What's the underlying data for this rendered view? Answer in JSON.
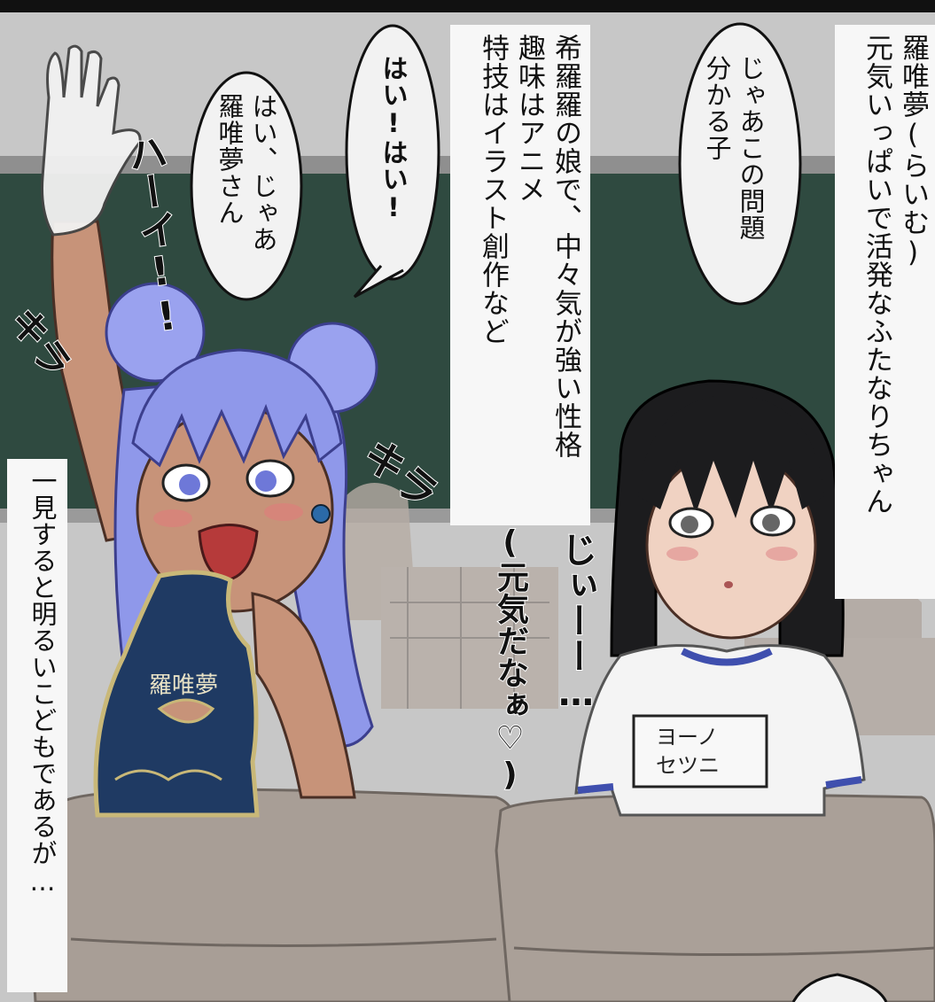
{
  "captions": {
    "raimu_intro_line1": "羅唯夢(らいむ)",
    "raimu_intro_line2": "元気いっぱいで活発なふたなりちゃん",
    "kirara_intro_line1": "希羅羅の娘で、中々気が強い性格",
    "kirara_intro_line2": "趣味はアニメ",
    "kirara_intro_line3": "特技はイラスト創作など",
    "bottom_left_note": "一見すると明るいこどもであるが…"
  },
  "bubbles": {
    "teacher_question_line1": "じゃあこの問題",
    "teacher_question_line2": "分かる子",
    "raimu_answer": "はい!はい!",
    "teacher_call_line1": "はい、じゃあ",
    "teacher_call_line2": "羅唯夢さん"
  },
  "sfx": {
    "haai": "ハーイ!!",
    "kira_left": "キラ",
    "kira_right": "キラ",
    "jii": "じぃーー…",
    "genki_danaa": "(元気だなぁ♡)"
  },
  "labels": {
    "dress_name": "羅唯夢",
    "name_tag_line1": "ヨーノ",
    "name_tag_line2": "セツニ"
  },
  "colors": {
    "chalkboard": "#2f4a40",
    "wall": "#c7c7c7",
    "desk": "#a89e96",
    "raimu_hair": "#8f98ea",
    "dress": "#1f3a63",
    "dress_trim": "#c9b878",
    "setsuna_hair": "#1c1c1e",
    "skin_dark": "#c79379",
    "skin_light": "#f0d2c2"
  }
}
